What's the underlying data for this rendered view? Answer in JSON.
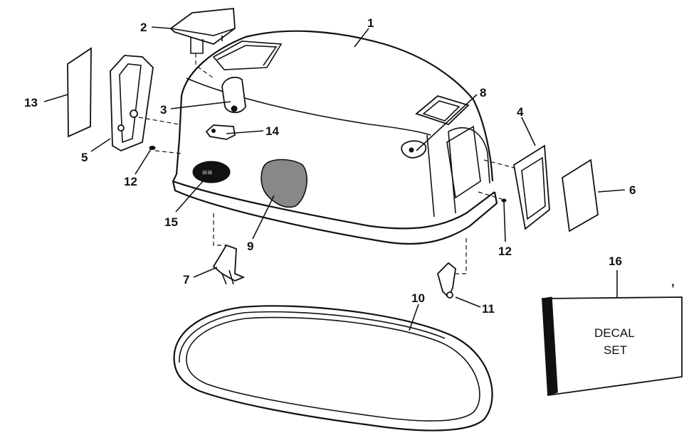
{
  "parts": [
    {
      "id": "1",
      "label": "1"
    },
    {
      "id": "2",
      "label": "2"
    },
    {
      "id": "3",
      "label": "3"
    },
    {
      "id": "4",
      "label": "4"
    },
    {
      "id": "5",
      "label": "5"
    },
    {
      "id": "6",
      "label": "6"
    },
    {
      "id": "7",
      "label": "7"
    },
    {
      "id": "8",
      "label": "8"
    },
    {
      "id": "9",
      "label": "9"
    },
    {
      "id": "10",
      "label": "10"
    },
    {
      "id": "11",
      "label": "11"
    },
    {
      "id": "12a",
      "label": "12"
    },
    {
      "id": "12b",
      "label": "12"
    },
    {
      "id": "13",
      "label": "13"
    },
    {
      "id": "14",
      "label": "14"
    },
    {
      "id": "15",
      "label": "15"
    },
    {
      "id": "16",
      "label": "16"
    }
  ],
  "decal_box": {
    "line1": "DECAL",
    "line2": "SET"
  },
  "stray_mark": ","
}
